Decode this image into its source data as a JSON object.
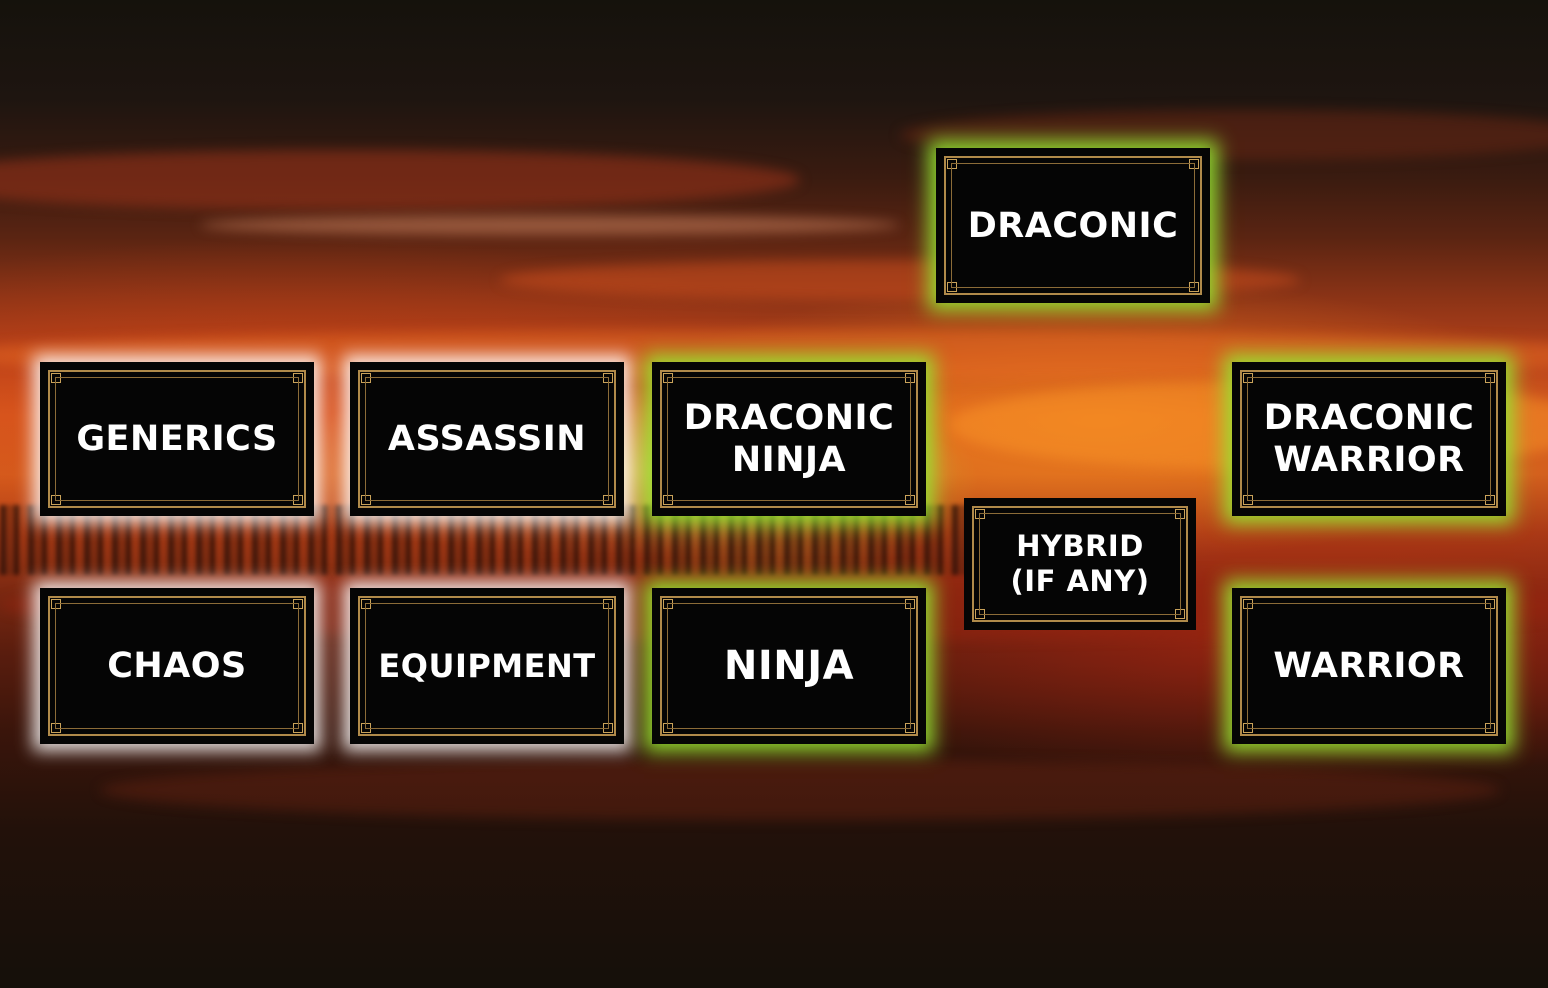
{
  "cards": {
    "draconic": {
      "label": "DRACONIC"
    },
    "generics": {
      "label": "GENERICS"
    },
    "assassin": {
      "label": "ASSASSIN"
    },
    "draconic_ninja": {
      "label": "DRACONIC\nNINJA"
    },
    "draconic_warrior": {
      "label": "DRACONIC\nWARRIOR"
    },
    "hybrid": {
      "label": "HYBRID\n(IF ANY)"
    },
    "chaos": {
      "label": "CHAOS"
    },
    "equipment": {
      "label": "EQUIPMENT"
    },
    "ninja": {
      "label": "NINJA"
    },
    "warrior": {
      "label": "WARRIOR"
    }
  },
  "colors": {
    "card_fill": "#050505",
    "card_border_gold": "#b08a4a",
    "glow_white": "#ffffff",
    "glow_green": "#96e632",
    "label_text": "#ffffff"
  }
}
